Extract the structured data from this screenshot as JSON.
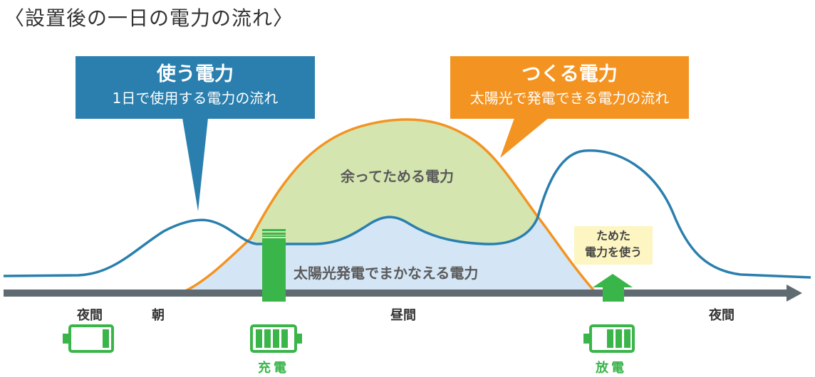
{
  "title": "〈設置後の一日の電力の流れ〉",
  "use_power": {
    "title": "使う電力",
    "subtitle": "1日で使用する電力の流れ",
    "color": "#2a7fae"
  },
  "make_power": {
    "title": "つくる電力",
    "subtitle": "太陽光で発電できる電力の流れ",
    "color": "#f39422"
  },
  "areas": {
    "surplus": "余ってためる電力",
    "solar_covered": "太陽光発電でまかなえる電力"
  },
  "stored": {
    "line1": "ためた",
    "line2": "電力を使う"
  },
  "timeline": {
    "night_start": "夜間",
    "morning": "朝",
    "daytime": "昼間",
    "night_end": "夜間"
  },
  "battery": {
    "charge_label": "充電",
    "discharge_label": "放電"
  },
  "colors": {
    "usage_line": "#2a7fae",
    "generation_line": "#f39422",
    "surplus_fill": "#d5e5b0",
    "solar_fill": "#d4e6f5",
    "battery_green": "#3ab54a",
    "axis": "#5f6b70",
    "stored_box": "#fdf5c2"
  }
}
